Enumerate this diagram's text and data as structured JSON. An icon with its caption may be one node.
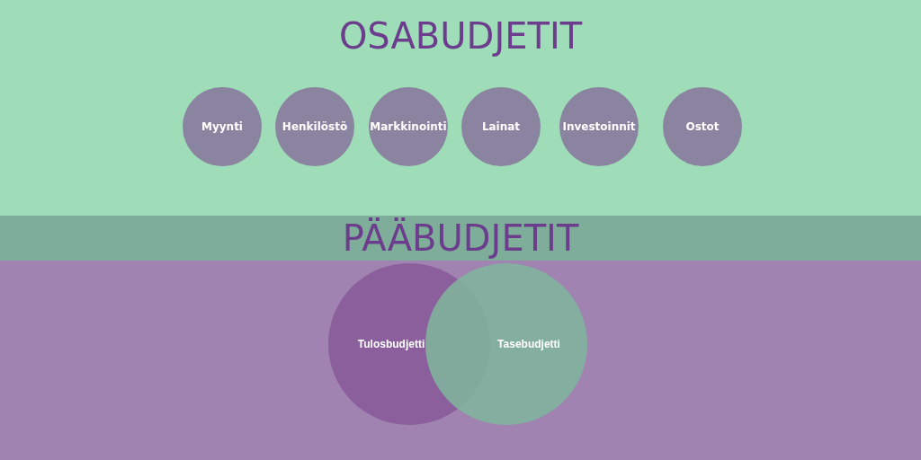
{
  "diagram": {
    "nodes": [
      {
        "text": [
          "OSABUDJETIT"
        ]
      },
      {
        "text": [
          "Myynti"
        ],
        "in": 0
      },
      {
        "text": [
          "Henkilöstö"
        ],
        "in": 0
      },
      {
        "text": [
          "Markkinointi"
        ],
        "in": 0
      },
      {
        "text": [
          "Lainat"
        ],
        "in": 0
      },
      {
        "text": [
          "Investoinnit"
        ],
        "in": 0
      },
      {
        "text": [
          "Ostot"
        ],
        "in": 0
      },
      {
        "text": [
          "PÄÄBUDJETIT"
        ]
      },
      {
        "text": [
          "Tulosbudjetti"
        ]
      },
      {
        "text": [
          "Tasebudjetti"
        ]
      }
    ]
  }
}
